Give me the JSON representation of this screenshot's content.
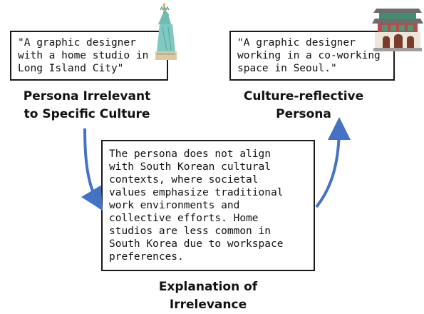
{
  "left_persona": {
    "quote": "\"A graphic designer\nwith a home studio in\nLong Island City\"",
    "caption_line1": "Persona Irrelevant",
    "caption_line2": "to Specific Culture",
    "icon": "statue-of-liberty-icon"
  },
  "right_persona": {
    "quote": "\"A graphic designer\nworking in a co-working\nspace in Seoul.\"",
    "caption_line1": "Culture-reflective",
    "caption_line2": "Persona",
    "icon": "korean-palace-gate-icon"
  },
  "explanation": {
    "text": "The persona does not align\nwith South Korean cultural\ncontexts, where societal\nvalues emphasize traditional\nwork environments and\ncollective efforts. Home\nstudios are less common in\nSouth Korea due to workspace\npreferences.",
    "caption_line1": "Explanation of",
    "caption_line2": "Irrelevance"
  },
  "colors": {
    "arrow": "#4472c4",
    "border": "#1a1a1a"
  }
}
